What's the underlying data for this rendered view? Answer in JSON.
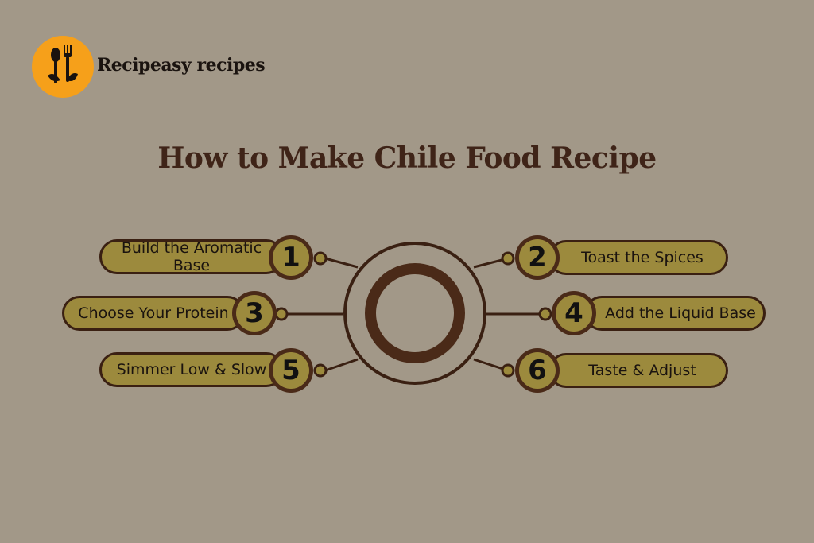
{
  "brand": {
    "name": "Recipeasy recipes",
    "logo_icon": "fork-spoon-leaf-icon",
    "logo_color": "#f6a01a"
  },
  "title": "How to Make Chile Food Recipe",
  "colors": {
    "background": "#a29888",
    "pill_fill": "#9c8a3d",
    "outline": "#3a2012",
    "title": "#3f2418"
  },
  "steps": [
    {
      "number": "1",
      "text": "Build the Aromatic Base"
    },
    {
      "number": "2",
      "text": "Toast the Spices"
    },
    {
      "number": "3",
      "text": "Choose Your Protein"
    },
    {
      "number": "4",
      "text": "Add the Liquid Base"
    },
    {
      "number": "5",
      "text": "Simmer Low & Slow"
    },
    {
      "number": "6",
      "text": "Taste & Adjust"
    }
  ]
}
